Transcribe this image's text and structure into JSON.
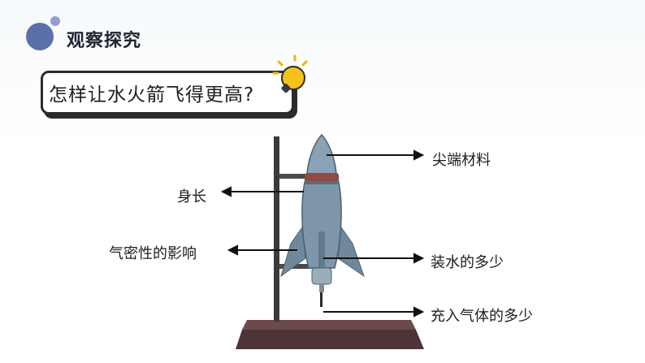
{
  "section": {
    "title": "观察探究"
  },
  "question": {
    "text": "怎样让水火箭飞得更高?"
  },
  "labels": {
    "tip_material": "尖端材料",
    "body_length": "身长",
    "airtightness": "气密性的影响",
    "water_amount": "装水的多少",
    "air_amount": "充入气体的多少"
  },
  "colors": {
    "accent": "#5b6fa8",
    "bulb": "#f5c21b",
    "rocket": "#7d96aa",
    "base": "#5a3b3b"
  }
}
